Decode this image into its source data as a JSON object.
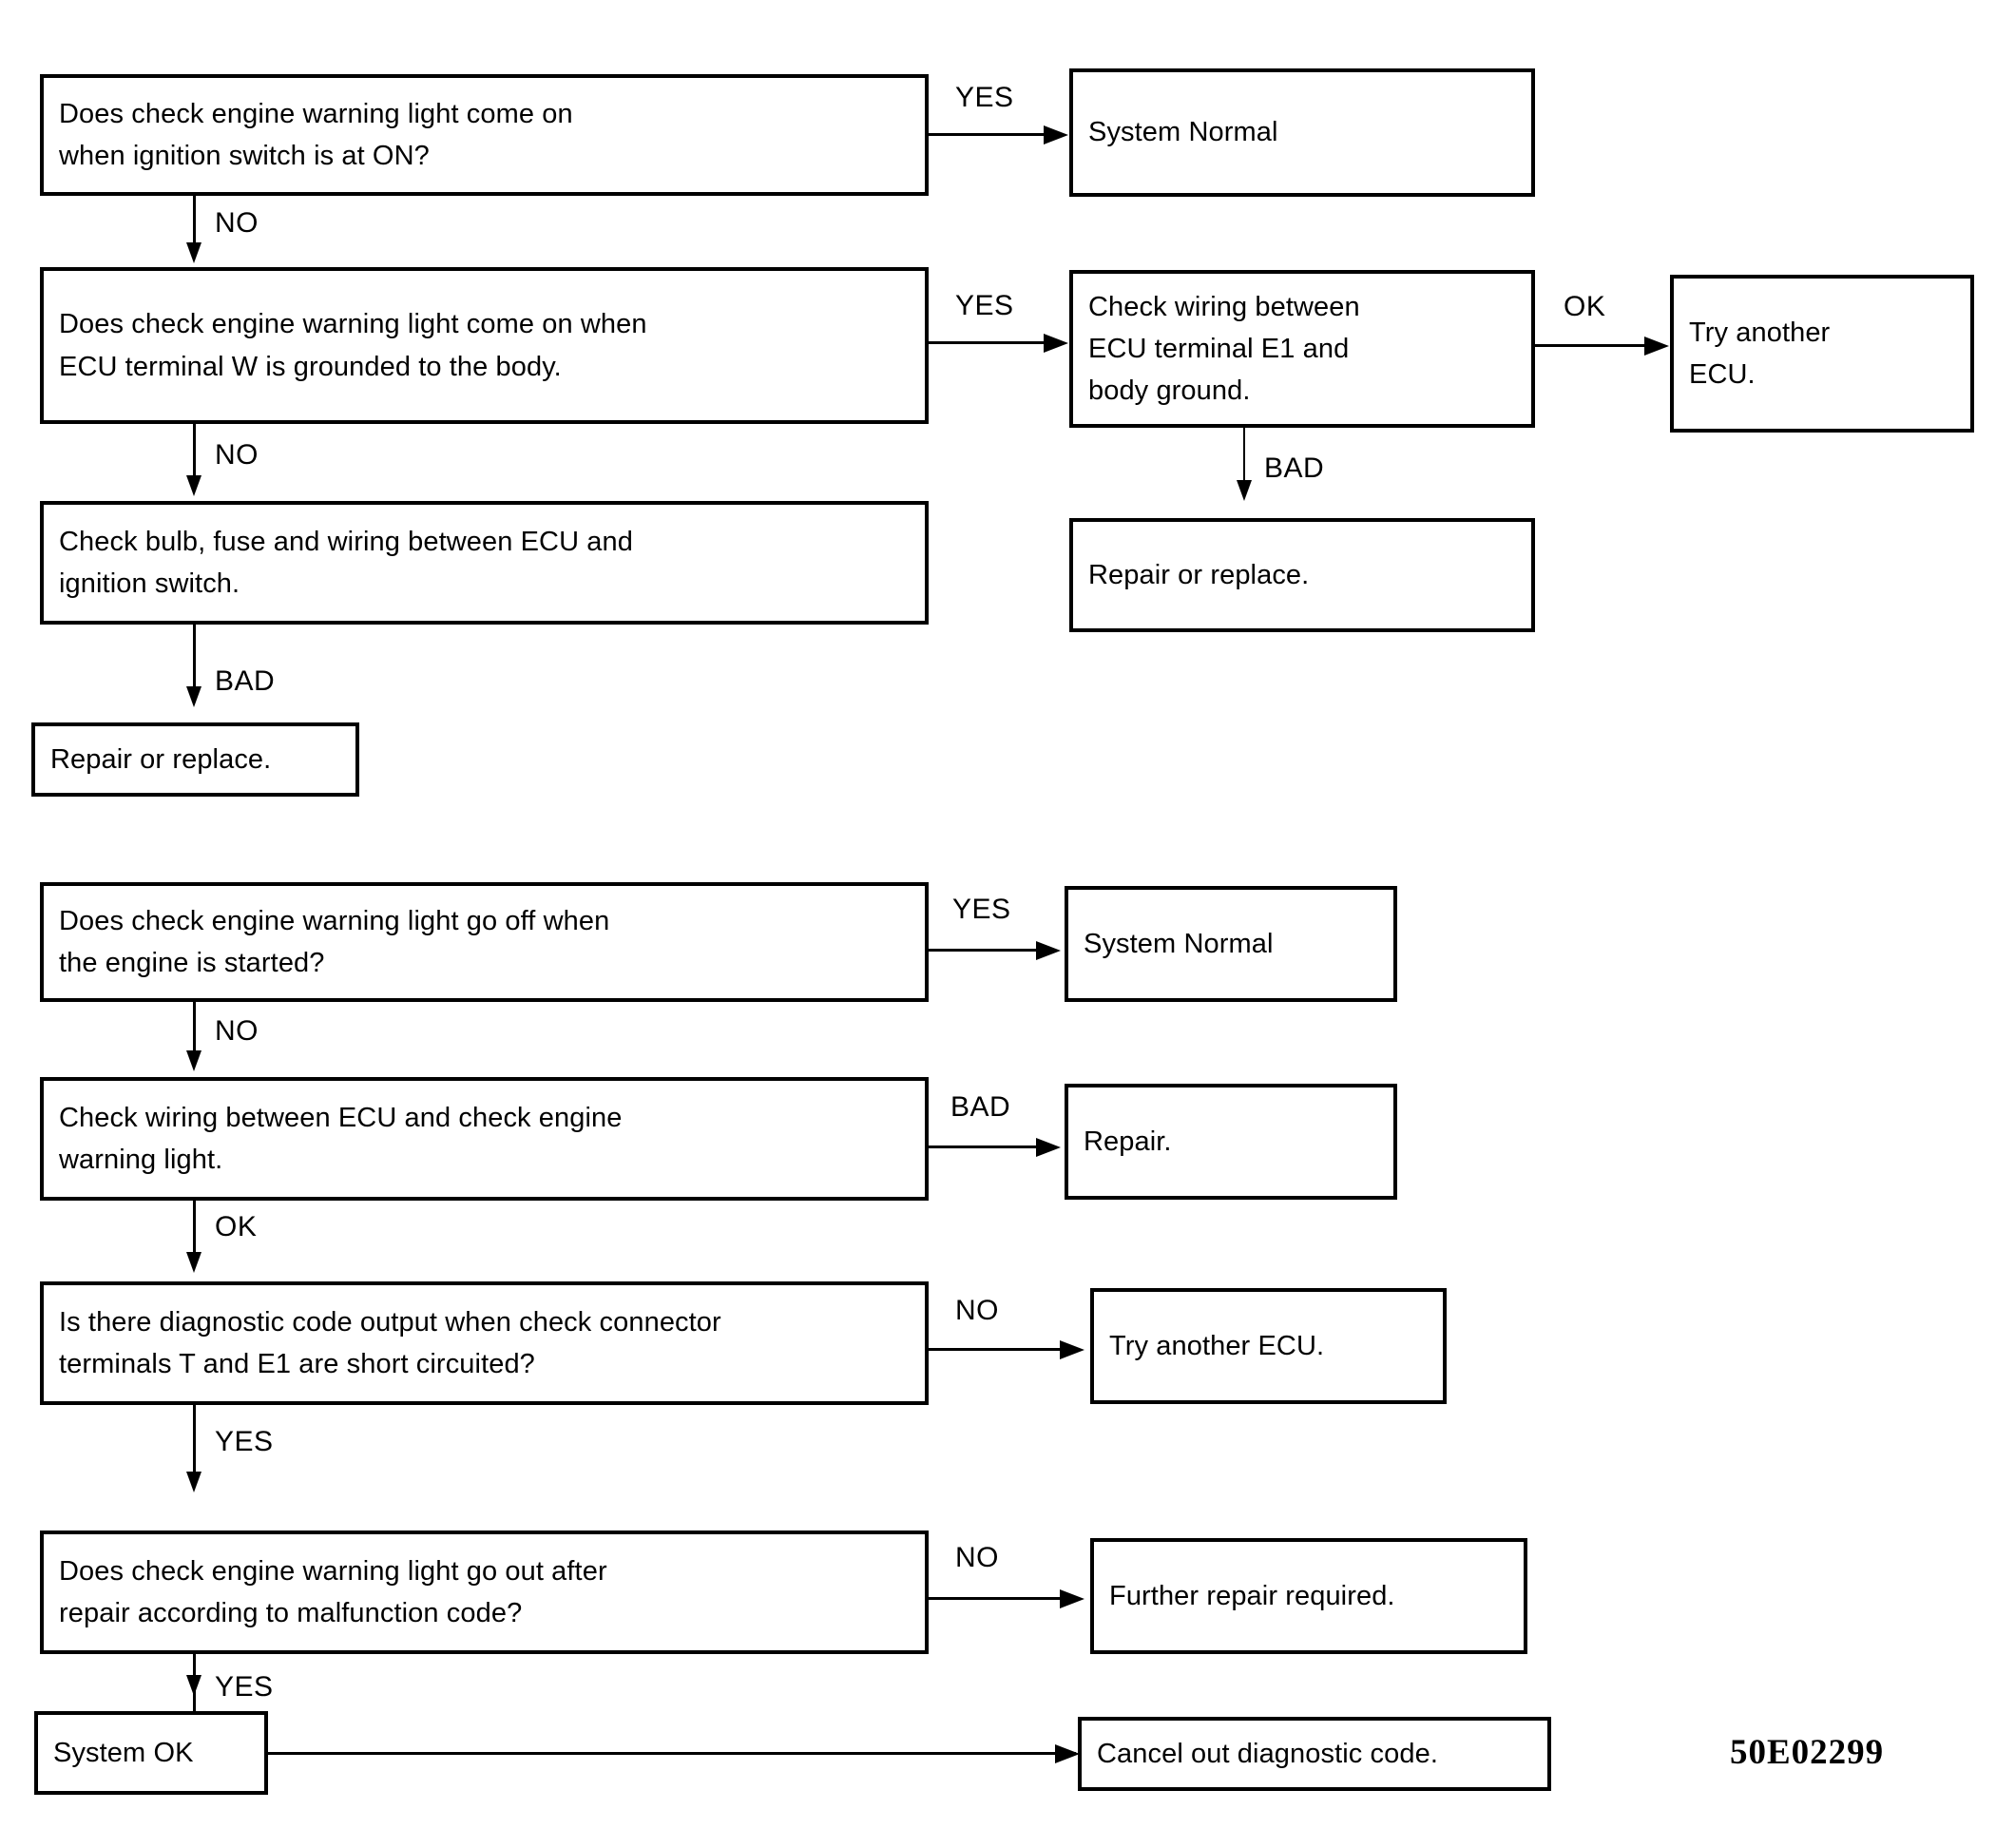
{
  "figure": {
    "code": "50E02299",
    "type": "troubleshooting-flowchart"
  },
  "chart_data": {
    "type": "diagram",
    "title": "Check Engine Warning Light Troubleshooting Flowchart",
    "sections": [
      {
        "id": "section-ignition-on",
        "nodes": [
          {
            "id": "q1",
            "text": "Does check engine warning light come on\nwhen ignition switch is at ON?"
          },
          {
            "id": "r1",
            "text": "System Normal"
          },
          {
            "id": "q2",
            "text": "Does check engine warning light come on when\nECU terminal W is grounded to the body."
          },
          {
            "id": "q3",
            "text": "Check wiring between\nECU terminal E1 and\nbody ground."
          },
          {
            "id": "r2",
            "text": "Try another\nECU."
          },
          {
            "id": "r3",
            "text": "Repair or replace."
          },
          {
            "id": "q4",
            "text": "Check bulb, fuse and wiring between ECU and\nignition switch."
          },
          {
            "id": "r4",
            "text": "Repair or replace."
          }
        ],
        "edges": [
          {
            "from": "q1",
            "to": "r1",
            "label": "YES"
          },
          {
            "from": "q1",
            "to": "q2",
            "label": "NO"
          },
          {
            "from": "q2",
            "to": "q3",
            "label": "YES"
          },
          {
            "from": "q2",
            "to": "q4",
            "label": "NO"
          },
          {
            "from": "q3",
            "to": "r2",
            "label": "OK"
          },
          {
            "from": "q3",
            "to": "r3",
            "label": "BAD"
          },
          {
            "from": "q4",
            "to": "r4",
            "label": "BAD"
          }
        ]
      },
      {
        "id": "section-engine-started",
        "nodes": [
          {
            "id": "q5",
            "text": "Does check engine warning light go off when\nthe engine is started?"
          },
          {
            "id": "r5",
            "text": "System Normal"
          },
          {
            "id": "q6",
            "text": "Check wiring between ECU and check engine\nwarning light."
          },
          {
            "id": "r6",
            "text": "Repair."
          },
          {
            "id": "q7",
            "text": "Is there diagnostic code output when check connector\nterminals T and E1 are short circuited?"
          },
          {
            "id": "r7",
            "text": "Try another ECU."
          },
          {
            "id": "q8",
            "text": "Does check engine warning light go out after\nrepair according to malfunction code?"
          },
          {
            "id": "r8",
            "text": "Further repair required."
          },
          {
            "id": "q9",
            "text": "System OK"
          },
          {
            "id": "r9",
            "text": "Cancel out diagnostic code."
          }
        ],
        "edges": [
          {
            "from": "q5",
            "to": "r5",
            "label": "YES"
          },
          {
            "from": "q5",
            "to": "q6",
            "label": "NO"
          },
          {
            "from": "q6",
            "to": "r6",
            "label": "BAD"
          },
          {
            "from": "q6",
            "to": "q7",
            "label": "OK"
          },
          {
            "from": "q7",
            "to": "r7",
            "label": "NO"
          },
          {
            "from": "q7",
            "to": "q8",
            "label": "YES"
          },
          {
            "from": "q8",
            "to": "r8",
            "label": "NO"
          },
          {
            "from": "q8",
            "to": "q9",
            "label": "YES"
          },
          {
            "from": "q9",
            "to": "r9",
            "label": ""
          }
        ]
      }
    ]
  },
  "nodes": {
    "q1": "Does check engine warning light come on\nwhen ignition switch is at ON?",
    "r1": "System Normal",
    "q2": "Does check engine warning light come on when\nECU terminal W is grounded to the body.",
    "q3": "Check wiring between\nECU terminal E1 and\nbody ground.",
    "r2": "Try another\nECU.",
    "r3": "Repair or replace.",
    "q4": "Check bulb, fuse and wiring between ECU and\nignition switch.",
    "r4": "Repair or replace.",
    "q5": "Does check engine warning light go off when\nthe engine is started?",
    "r5": "System Normal",
    "q6": "Check wiring between ECU and check engine\nwarning light.",
    "r6": "Repair.",
    "q7": "Is there diagnostic code output when check connector\nterminals T and E1 are short circuited?",
    "r7": "Try another ECU.",
    "q8": "Does check engine warning light go out after\nrepair according to malfunction code?",
    "r8": "Further repair required.",
    "q9": "System OK",
    "r9": "Cancel out diagnostic code."
  },
  "labels": {
    "yes1": "YES",
    "no1": "NO",
    "yes2": "YES",
    "no2": "NO",
    "ok1": "OK",
    "bad1": "BAD",
    "bad2": "BAD",
    "yes3": "YES",
    "no3": "NO",
    "bad3": "BAD",
    "ok2": "OK",
    "no4": "NO",
    "yes4": "YES",
    "no5": "NO",
    "yes5": "YES"
  }
}
